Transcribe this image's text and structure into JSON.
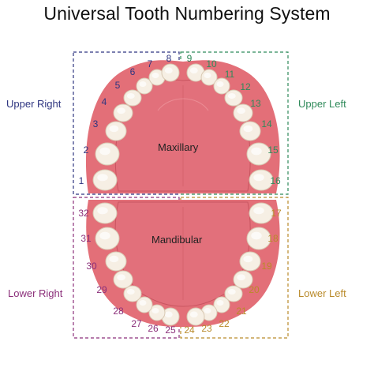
{
  "title": "Universal Tooth Numbering System",
  "colors": {
    "upper_right": "#2e3580",
    "upper_left": "#2f8a5a",
    "lower_right": "#8b2f7a",
    "lower_left": "#b98a2a",
    "gum": "#e36f78",
    "palate": "#e2707b",
    "tooth": "#f6efe4"
  },
  "arches": {
    "upper": "Maxillary",
    "lower": "Mandibular"
  },
  "quadrants": {
    "upper_right": "Upper Right",
    "upper_left": "Upper Left",
    "lower_right": "Lower Right",
    "lower_left": "Lower Left"
  },
  "teeth": {
    "upper_right": [
      "1",
      "2",
      "3",
      "4",
      "5",
      "6",
      "7",
      "8"
    ],
    "upper_left": [
      "9",
      "10",
      "11",
      "12",
      "13",
      "14",
      "15",
      "16"
    ],
    "lower_left": [
      "17",
      "18",
      "19",
      "20",
      "21",
      "22",
      "23",
      "24"
    ],
    "lower_right": [
      "25",
      "26",
      "27",
      "28",
      "29",
      "30",
      "31",
      "32"
    ]
  }
}
